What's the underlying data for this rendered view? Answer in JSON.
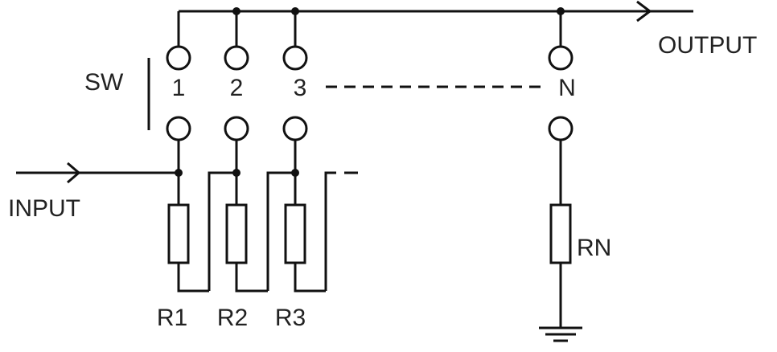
{
  "diagram": {
    "output_label": "OUTPUT",
    "input_label": "INPUT",
    "switch_label": "SW",
    "switch_positions": [
      "1",
      "2",
      "3",
      "N"
    ],
    "resistor_labels": [
      "R1",
      "R2",
      "R3"
    ],
    "last_resistor_label": "RN"
  }
}
